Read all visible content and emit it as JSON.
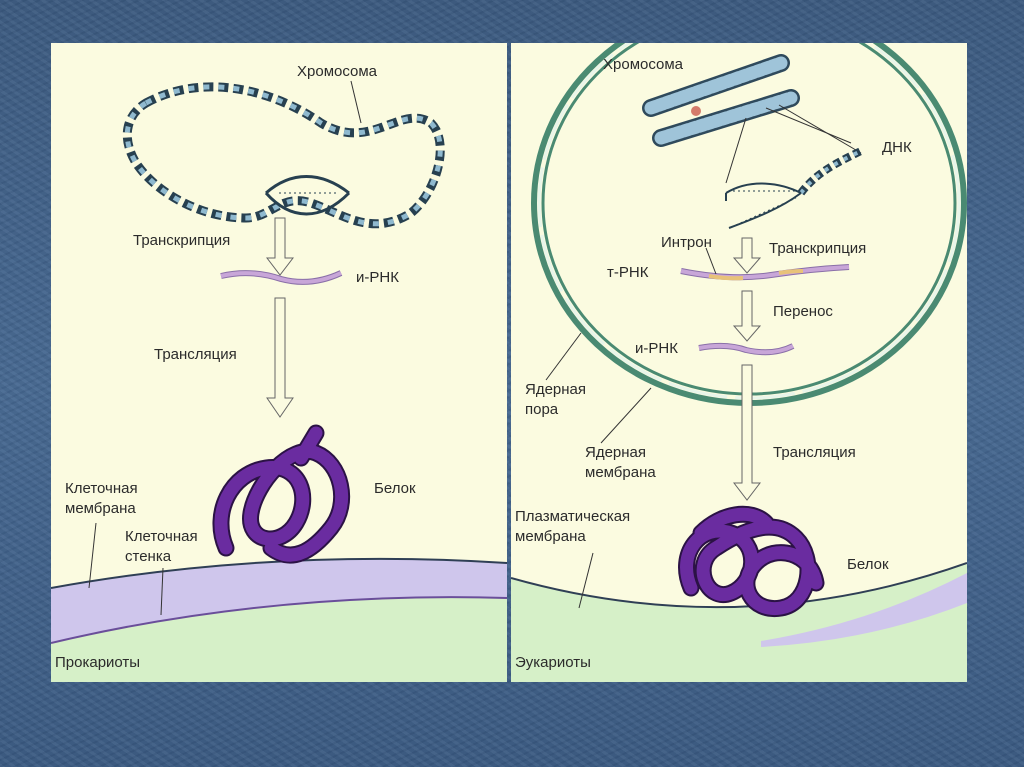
{
  "prokaryote": {
    "chromosome": "Хромосома",
    "transcription": "Транскрипция",
    "mrna": "и-РНК",
    "translation": "Трансляция",
    "protein": "Белок",
    "cell_membrane": [
      "Клеточная",
      "мембрана"
    ],
    "cell_wall": [
      "Клеточная",
      "стенка"
    ],
    "title": "Прокариоты"
  },
  "eukaryote": {
    "chromosome": "Хромосома",
    "dna": "ДНК",
    "intron": "Интрон",
    "transcription": "Транскрипция",
    "trna": "т-РНК",
    "transfer": "Перенос",
    "mrna": "и-РНК",
    "nuclear_pore": [
      "Ядерная",
      "пора"
    ],
    "nuclear_membrane": [
      "Ядерная",
      "мембрана"
    ],
    "translation": "Трансляция",
    "plasma_membrane": [
      "Плазматическая",
      "мембрана"
    ],
    "protein": "Белок",
    "title": "Эукариоты"
  },
  "colors": {
    "panel": "#fbfbe0",
    "protein": "#6a2ca0",
    "mrna": "#c8a6d8",
    "intron": "#e8c27a",
    "nucleus": "#4a8a72",
    "cytoplasm_green": "#d6f0c8",
    "cell_wall_violet": "#cfc6ec",
    "dna_blue": "#8fb9cf"
  }
}
